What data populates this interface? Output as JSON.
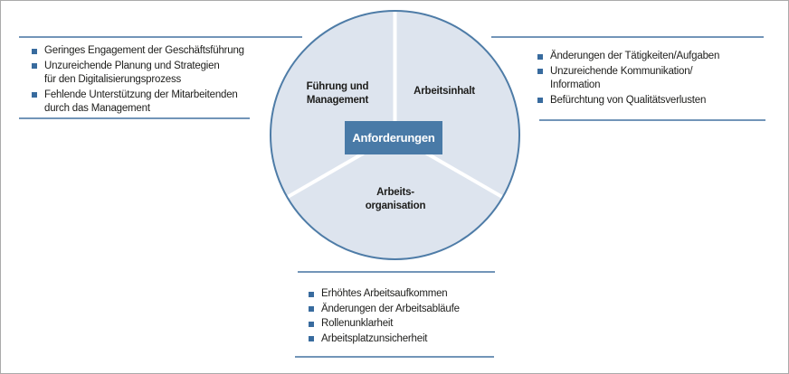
{
  "diagram": {
    "center_label": "Anforderungen",
    "segments": {
      "top_left": "Führung und\nManagement",
      "top_right": "Arbeitsinhalt",
      "bottom": "Arbeits-\norganisation"
    }
  },
  "panels": {
    "fuehrung_management": {
      "items": [
        "Geringes Engagement der Geschäftsführung",
        "Unzureichende Planung und Strategien\nfür den Digitalisierungsprozess",
        "Fehlende Unterstützung der Mitarbeitenden\ndurch das Management"
      ]
    },
    "arbeitsinhalt": {
      "items": [
        "Änderungen der Tätigkeiten/Aufgaben",
        "Unzureichende Kommunikation/\nInformation",
        "Befürchtung von Qualitätsverlusten"
      ]
    },
    "arbeitsorganisation": {
      "items": [
        "Erhöhtes Arbeitsaufkommen",
        "Änderungen der Arbeitsabläufe",
        "Rollenunklarheit",
        "Arbeitsplatzunsicherheit"
      ]
    }
  },
  "colors": {
    "circle_fill": "#dde4ee",
    "circle_stroke": "#4e7ca7",
    "center_box": "#497aa7",
    "rule": "#7295b8",
    "bullet": "#386b9e",
    "text": "#1d1d1b"
  }
}
